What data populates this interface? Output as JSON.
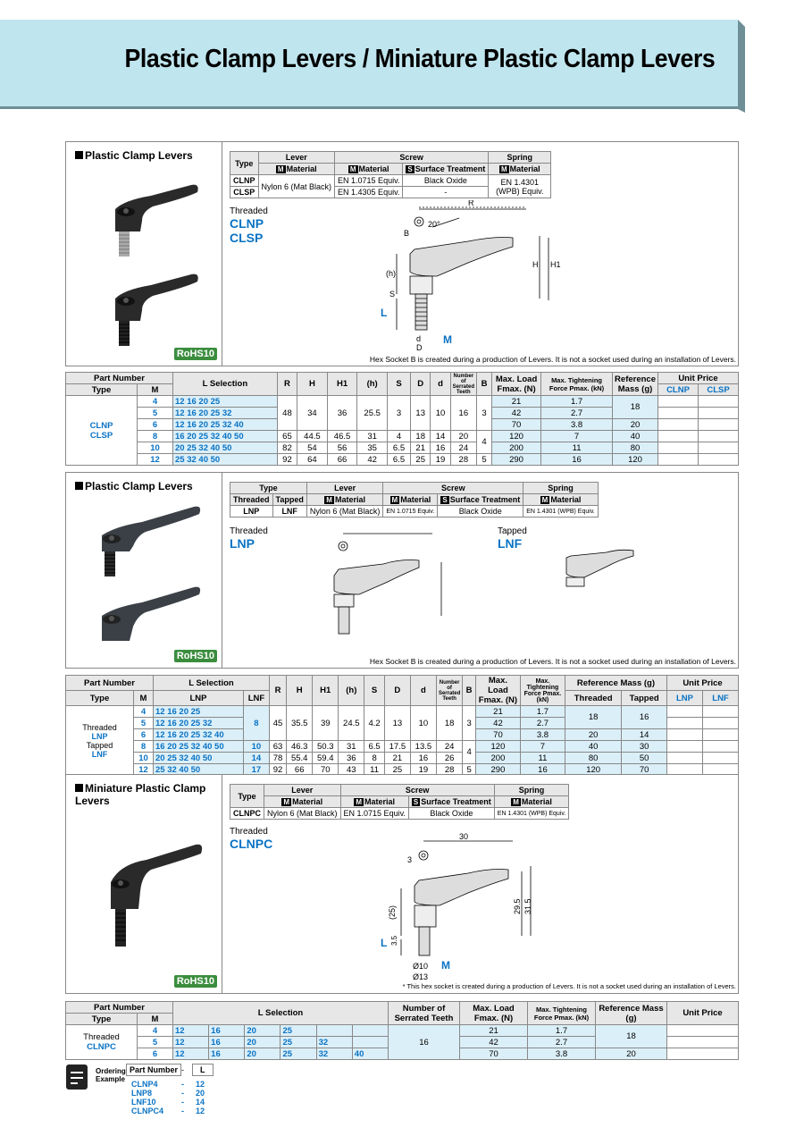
{
  "header": {
    "title": "Plastic Clamp Levers / Miniature Plastic Clamp Levers"
  },
  "sec1": {
    "title": "Plastic Clamp Levers",
    "spec": {
      "type": "Type",
      "lever": "Lever",
      "screw": "Screw",
      "spring": "Spring",
      "material": "Material",
      "surface": "Surface Treatment",
      "rows": [
        {
          "type": "CLNP",
          "lever": "Nylon 6 (Mat Black)",
          "screw": "EN 1.0715 Equiv.",
          "surf": "Black Oxide",
          "spring": "EN 1.4301 (WPB) Equiv."
        },
        {
          "type": "CLSP",
          "screw": "EN 1.4305 Equiv.",
          "surf": "-"
        }
      ]
    },
    "threaded": "Threaded",
    "t1": "CLNP",
    "t2": "CLSP",
    "note": "Hex Socket B is created during a production of Levers. It is not a socket used during an installation of Levers.",
    "rohs": "RoHS10",
    "dim": {
      "R": "R",
      "angle": "20°",
      "B": "B",
      "H": "H",
      "H1": "H1",
      "h": "(h)",
      "S": "S",
      "L": "L",
      "d": "d",
      "D": "D",
      "M": "M"
    }
  },
  "table1": {
    "h": {
      "pn": "Part Number",
      "type": "Type",
      "m": "M",
      "lsel": "L Selection",
      "R": "R",
      "H": "H",
      "H1": "H1",
      "h": "(h)",
      "S": "S",
      "D": "D",
      "d": "d",
      "teeth": "Number of Serrated Teeth",
      "B": "B",
      "load": "Max. Load Fmax. (N)",
      "torque": "Max. Tightening Force Pmax. (kN)",
      "mass": "Reference Mass (g)",
      "price": "Unit Price",
      "p1": "CLNP",
      "p2": "CLSP"
    },
    "type1": "CLNP",
    "type2": "CLSP",
    "rows": [
      {
        "m": "4",
        "l": "12 16 20 25",
        "load": "21",
        "torque": "1.7"
      },
      {
        "m": "5",
        "l": "12 16 20 25 32",
        "load": "42",
        "torque": "2.7"
      },
      {
        "m": "6",
        "l": "12 16 20 25 32 40",
        "load": "70",
        "torque": "3.8",
        "mass": "20"
      },
      {
        "m": "8",
        "l": "16 20 25 32 40 50",
        "R": "65",
        "H": "44.5",
        "H1": "46.5",
        "h": "31",
        "S": "4",
        "D": "18",
        "d": "14",
        "t": "20",
        "load": "120",
        "torque": "7",
        "mass": "40"
      },
      {
        "m": "10",
        "l": "20 25 32 40 50",
        "R": "82",
        "H": "54",
        "H1": "56",
        "h": "35",
        "S": "6.5",
        "D": "21",
        "d": "16",
        "t": "24",
        "load": "200",
        "torque": "11",
        "mass": "80"
      },
      {
        "m": "12",
        "l": "25 32 40 50",
        "R": "92",
        "H": "64",
        "H1": "66",
        "h": "42",
        "S": "6.5",
        "D": "25",
        "d": "19",
        "t": "28",
        "B": "5",
        "load": "290",
        "torque": "16",
        "mass": "120"
      }
    ],
    "merged": {
      "R": "48",
      "H": "34",
      "H1": "36",
      "h": "25.5",
      "S": "3",
      "D": "13",
      "d": "10",
      "t": "16",
      "B": "3",
      "B2": "4",
      "mass": "18"
    }
  },
  "sec2": {
    "title": "Plastic Clamp Levers",
    "spec": {
      "type": "Type",
      "threaded": "Threaded",
      "tapped": "Tapped",
      "lever": "Lever",
      "screw": "Screw",
      "spring": "Spring",
      "material": "Material",
      "surface": "Surface Treatment",
      "t1": "LNP",
      "t2": "LNF",
      "lmat": "Nylon 6 (Mat Black)",
      "smat": "EN 1.0715 Equiv.",
      "surf": "Black Oxide",
      "spmat": "EN 1.4301 (WPB) Equiv."
    },
    "threaded": "Threaded",
    "lnp": "LNP",
    "tapped": "Tapped",
    "lnf": "LNF",
    "note": "Hex Socket B is created during a production of Levers. It is not a socket used during an installation of Levers.",
    "rohs": "RoHS10"
  },
  "table2": {
    "h": {
      "pn": "Part Number",
      "type": "Type",
      "m": "M",
      "lsel": "L Selection",
      "lnp": "LNP",
      "lnf": "LNF",
      "R": "R",
      "H": "H",
      "H1": "H1",
      "h": "(h)",
      "S": "S",
      "D": "D",
      "d": "d",
      "teeth": "Number of Serrated Teeth",
      "B": "B",
      "load": "Max. Load Fmax. (N)",
      "torque": "Max. Tightening Force Pmax. (kN)",
      "mass": "Reference Mass (g)",
      "thr": "Threaded",
      "tap": "Tapped",
      "price": "Unit Price"
    },
    "types": [
      "Threaded",
      "LNP",
      "Tapped",
      "LNF"
    ],
    "rows": [
      {
        "m": "4",
        "l": "12 16 20 25",
        "load": "21",
        "torque": "1.7"
      },
      {
        "m": "5",
        "l": "12 16 20 25 32",
        "load": "42",
        "torque": "2.7"
      },
      {
        "m": "6",
        "l": "12 16 20 25 32 40",
        "load": "70",
        "torque": "3.8",
        "thr": "20",
        "tap": "14"
      },
      {
        "m": "8",
        "l": "16 20 25 32 40 50",
        "lnf": "10",
        "R": "63",
        "H": "46.3",
        "H1": "50.3",
        "h": "31",
        "S": "6.5",
        "D": "17.5",
        "d": "13.5",
        "t": "24",
        "load": "120",
        "torque": "7",
        "thr": "40",
        "tap": "30"
      },
      {
        "m": "10",
        "l": "20 25 32 40 50",
        "lnf": "14",
        "R": "78",
        "H": "55.4",
        "H1": "59.4",
        "h": "36",
        "S": "8",
        "D": "21",
        "d": "16",
        "t": "26",
        "load": "200",
        "torque": "11",
        "thr": "80",
        "tap": "50"
      },
      {
        "m": "12",
        "l": "25 32 40 50",
        "lnf": "17",
        "R": "92",
        "H": "66",
        "H1": "70",
        "h": "43",
        "S": "11",
        "D": "25",
        "d": "19",
        "t": "28",
        "B": "5",
        "load": "290",
        "torque": "16",
        "thr": "120",
        "tap": "70"
      }
    ],
    "merged": {
      "lnf": "8",
      "R": "45",
      "H": "35.5",
      "H1": "39",
      "h": "24.5",
      "S": "4.2",
      "D": "13",
      "d": "10",
      "t": "18",
      "B": "3",
      "B2": "4",
      "thr": "18",
      "tap": "16"
    }
  },
  "sec3": {
    "title1": "Miniature Plastic Clamp",
    "title2": "Levers",
    "spec": {
      "type": "Type",
      "lever": "Lever",
      "screw": "Screw",
      "spring": "Spring",
      "material": "Material",
      "surface": "Surface Treatment",
      "t1": "CLNPC",
      "lmat": "Nylon 6 (Mat Black)",
      "smat": "EN 1.0715 Equiv.",
      "surf": "Black Oxide",
      "spmat": "EN 1.4301 (WPB) Equiv."
    },
    "threaded": "Threaded",
    "clnpc": "CLNPC",
    "note": "* This hex socket is created during a production of Levers. It is not a socket used during an installation of Levers.",
    "rohs": "RoHS10",
    "dim": {
      "d30": "30",
      "d3": "3",
      "d295": "29.5",
      "d315": "31.5",
      "d25": "(25)",
      "d35": "3.5",
      "d10": "Ø10",
      "d13": "Ø13"
    }
  },
  "table3": {
    "h": {
      "pn": "Part Number",
      "type": "Type",
      "m": "M",
      "lsel": "L Selection",
      "teeth": "Number of Serrated Teeth",
      "load": "Max. Load Fmax. (N)",
      "torque": "Max. Tightening Force Pmax. (kN)",
      "mass": "Reference Mass (g)",
      "price": "Unit Price"
    },
    "type1": "Threaded",
    "type2": "CLNPC",
    "teeth": "16",
    "mass18": "18",
    "rows": [
      {
        "m": "4",
        "l": [
          "12",
          "16",
          "20",
          "25"
        ],
        "load": "21",
        "torque": "1.7"
      },
      {
        "m": "5",
        "l": [
          "12",
          "16",
          "20",
          "25",
          "32"
        ],
        "load": "42",
        "torque": "2.7"
      },
      {
        "m": "6",
        "l": [
          "12",
          "16",
          "20",
          "25",
          "32",
          "40"
        ],
        "load": "70",
        "torque": "3.8",
        "mass": "20"
      }
    ]
  },
  "order": {
    "label1": "Ordering",
    "label2": "Example",
    "pn": "Part Number",
    "dash": "-",
    "l": "L",
    "ex": [
      {
        "p": "CLNP4",
        "l": "12"
      },
      {
        "p": "LNP8",
        "l": "20"
      },
      {
        "p": "LNF10",
        "l": "14"
      },
      {
        "p": "CLNPC4",
        "l": "12"
      }
    ]
  }
}
